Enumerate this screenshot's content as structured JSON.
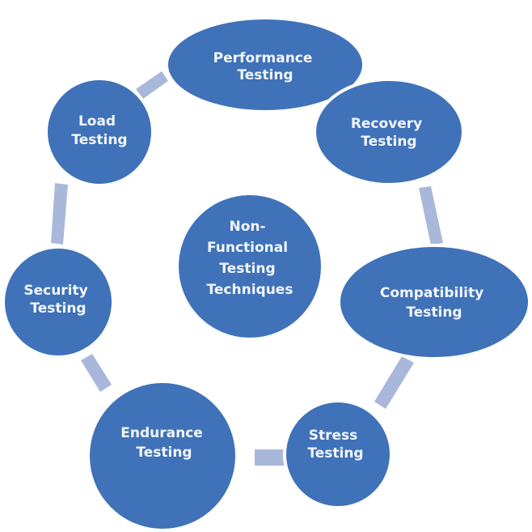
{
  "diagram": {
    "type": "cycle",
    "colors": {
      "node_fill": "#3f72b8",
      "node_outline": "#ffffff",
      "connector": "#a9b8da",
      "text": "#f2f5fb",
      "background": "#ffffff"
    },
    "center": {
      "lines": [
        "Non-",
        "Functional",
        "Testing",
        "Techniques"
      ]
    },
    "nodes": [
      {
        "id": "performance",
        "lines": [
          "Performance",
          "Testing"
        ]
      },
      {
        "id": "recovery",
        "lines": [
          "Recovery",
          "Testing"
        ]
      },
      {
        "id": "compatibility",
        "lines": [
          "Compatibility",
          "Testing"
        ]
      },
      {
        "id": "stress",
        "lines": [
          "Stress",
          "Testing"
        ]
      },
      {
        "id": "endurance",
        "lines": [
          "Endurance",
          "Testing"
        ]
      },
      {
        "id": "security",
        "lines": [
          "Security",
          "Testing"
        ]
      },
      {
        "id": "load",
        "lines": [
          "Load",
          "Testing"
        ]
      }
    ]
  }
}
